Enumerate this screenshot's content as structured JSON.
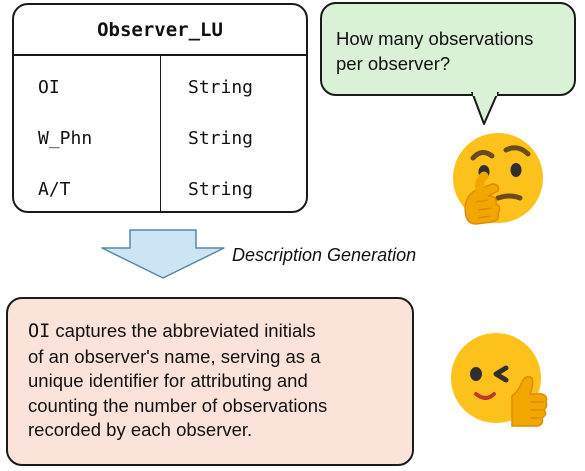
{
  "table": {
    "title": "Observer_LU",
    "rows": [
      {
        "name": "OI",
        "type": "String"
      },
      {
        "name": "W_Phn",
        "type": "String"
      },
      {
        "name": "A/T",
        "type": "String"
      }
    ]
  },
  "question": {
    "line1": "How many observations",
    "line2": "per observer?"
  },
  "arrow": {
    "label": "Description Generation"
  },
  "answer": {
    "code": "OI",
    "line1_rest": " captures the abbreviated initials",
    "line2": "of an observer's name, serving as a",
    "line3": "unique identifier for attributing and",
    "line4": "counting the number of observations",
    "line5": "recorded by each observer."
  },
  "icons": {
    "question_emoji": "thinking-face-icon",
    "answer_emoji": "winking-thumbs-up-face-icon",
    "arrow": "down-arrow-icon"
  },
  "colors": {
    "question_bubble": "#d9f2d5",
    "answer_box": "#fbe3d9",
    "arrow": "#cce5f5",
    "emoji": "#fcc21b"
  }
}
